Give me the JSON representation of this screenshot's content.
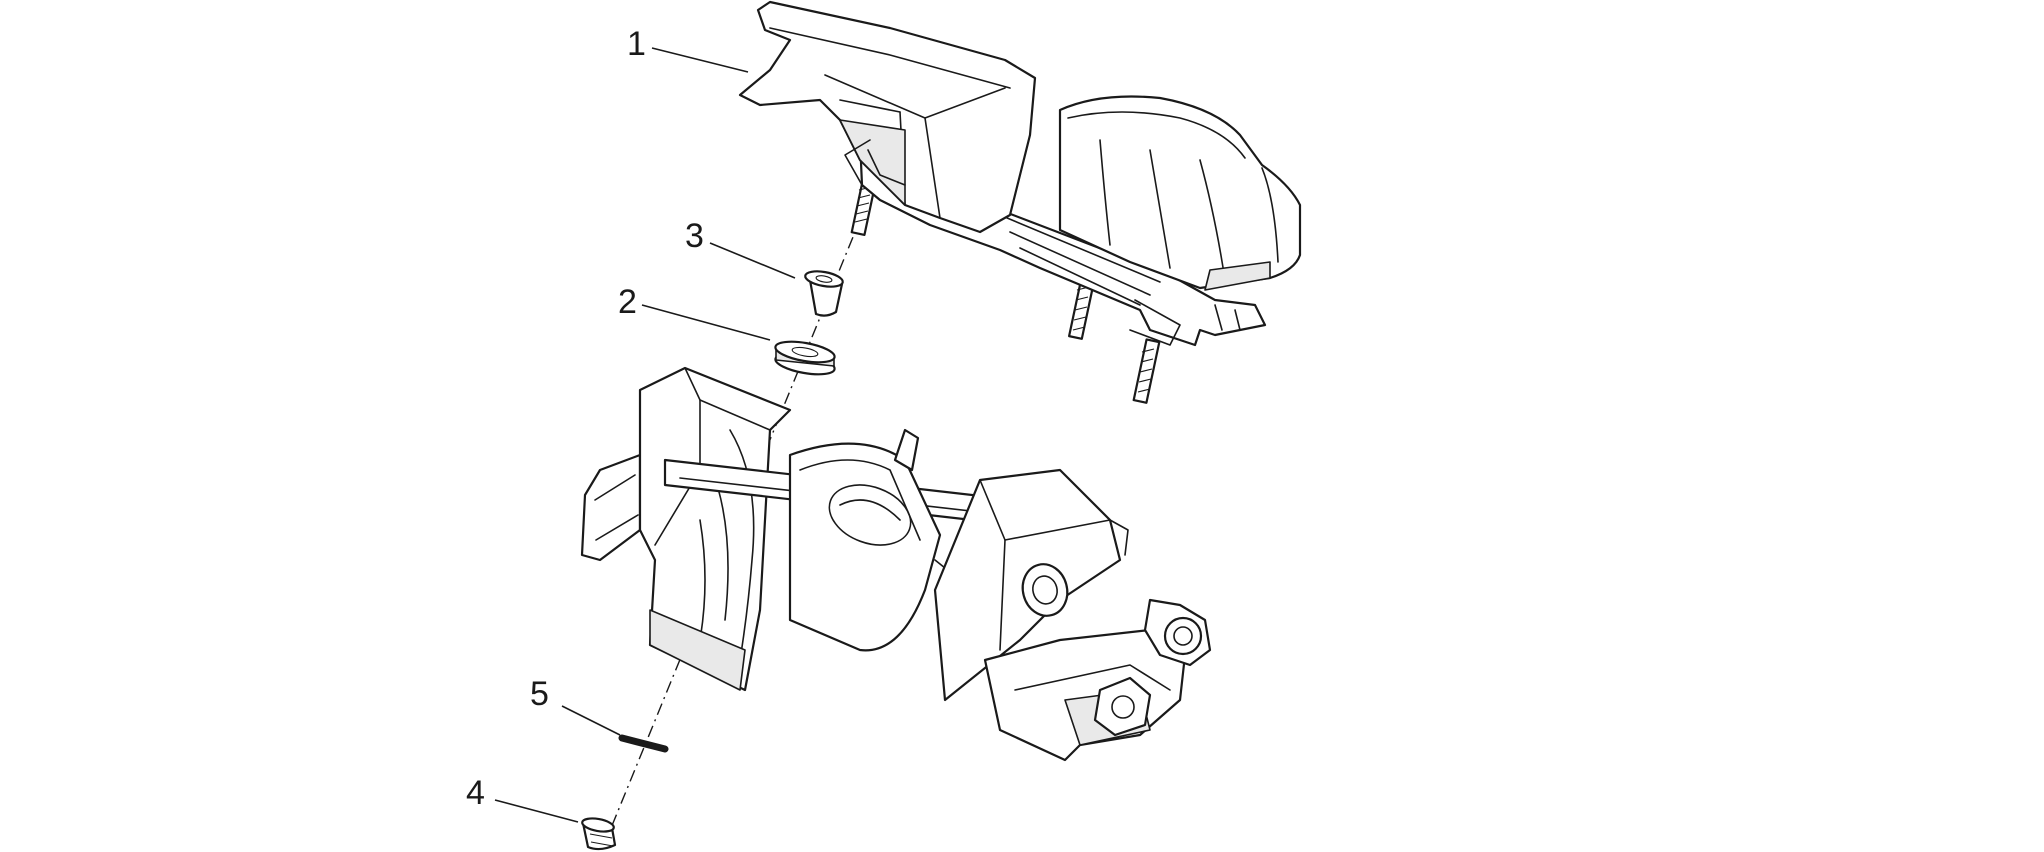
{
  "callouts": [
    {
      "id": "1",
      "label": "1"
    },
    {
      "id": "2",
      "label": "2"
    },
    {
      "id": "3",
      "label": "3"
    },
    {
      "id": "4",
      "label": "4"
    },
    {
      "id": "5",
      "label": "5"
    }
  ],
  "colors": {
    "line": "#1a1a1a",
    "fill": "#ffffff",
    "shade": "#e9e9e9"
  }
}
